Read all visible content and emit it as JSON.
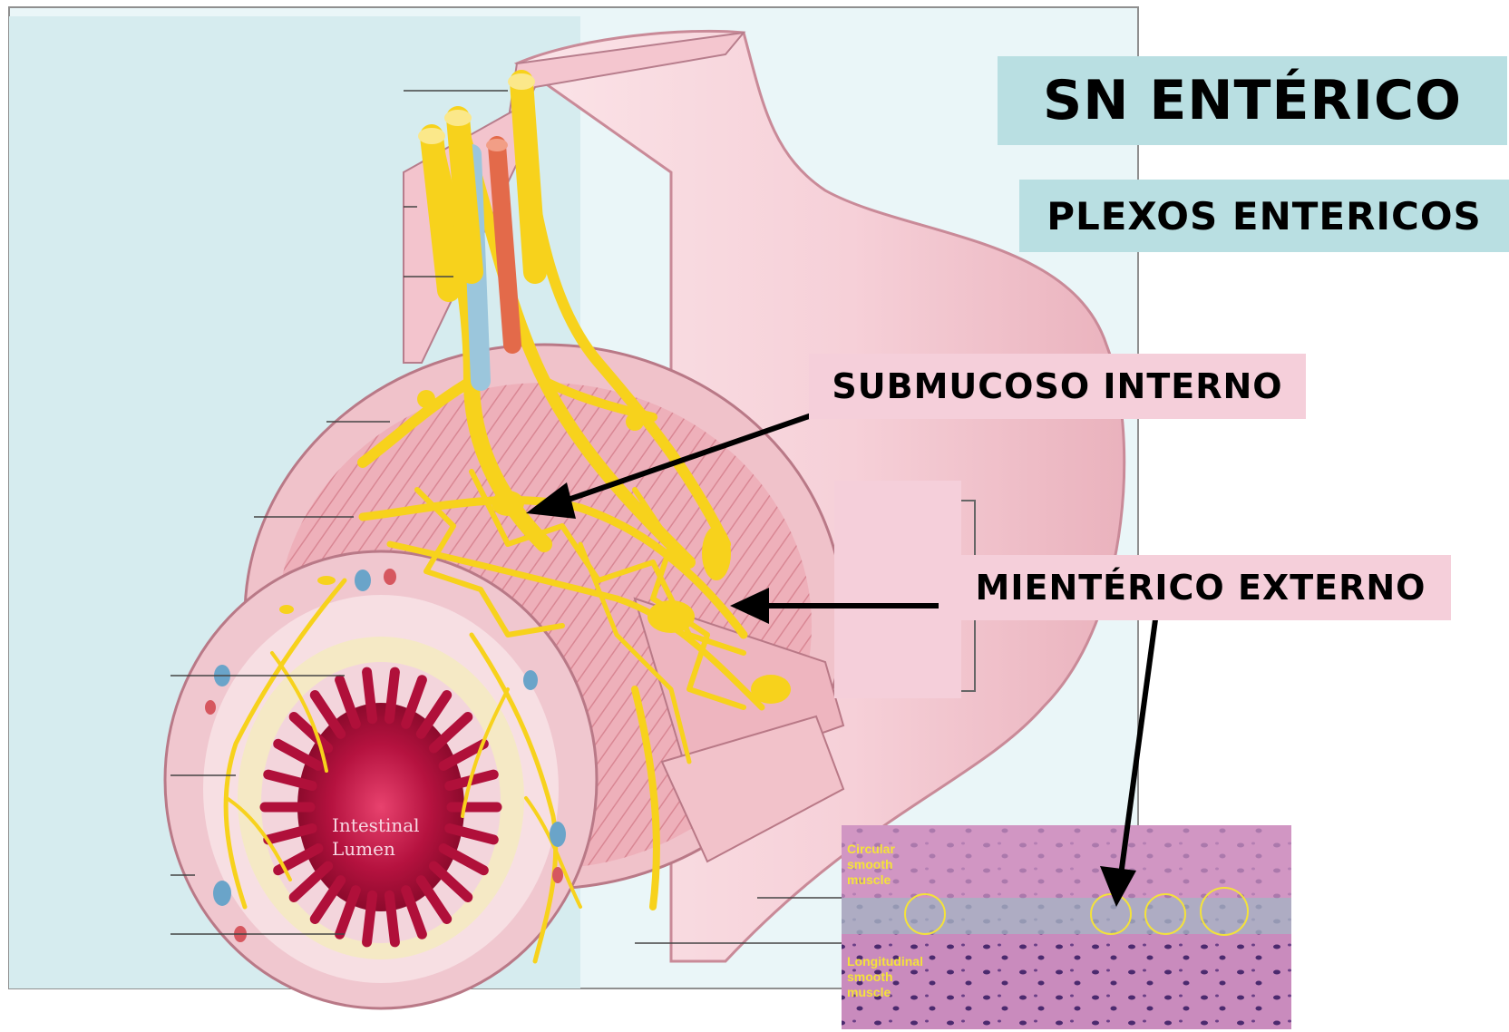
{
  "title": "SN ENTÉRICO",
  "subtitle": "PLEXOS ENTERICOS",
  "labels": {
    "submucoso": "SUBMUCOSO INTERNO",
    "mienterico": "MIENTÉRICO EXTERNO"
  },
  "lumen_label": {
    "line1": "Intestinal",
    "line2": "Lumen"
  },
  "micrograph_labels": {
    "circular": {
      "line1": "Circular",
      "line2": "smooth",
      "line3": "muscle"
    },
    "longitudinal": {
      "line1": "Longitudinal",
      "line2": "smooth",
      "line3": "muscle"
    }
  },
  "colors": {
    "title_bg": "#b9dfe2",
    "label_bg": "#f5cfda",
    "nerve": "#f7d21c",
    "tissue": "#f2b9c2",
    "lumen": "#b0103a",
    "arrow": "#000000"
  }
}
